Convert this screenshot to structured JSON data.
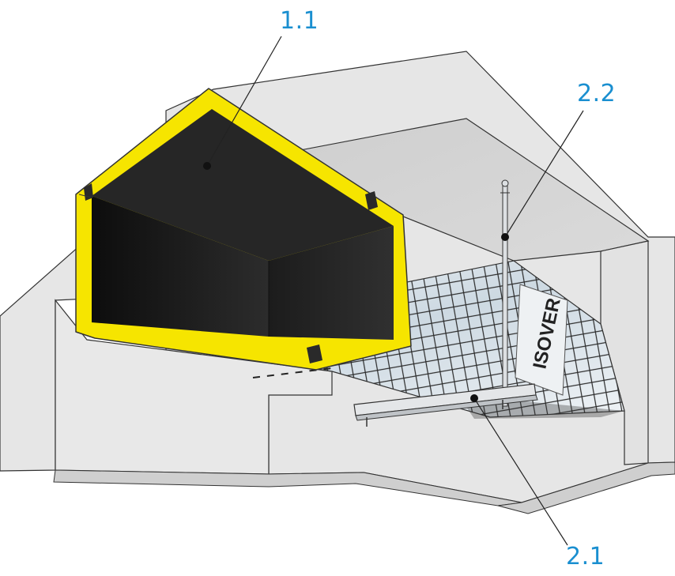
{
  "callouts": {
    "c11": {
      "label": "1.1"
    },
    "c22": {
      "label": "2.2"
    },
    "c21": {
      "label": "2.1"
    }
  },
  "logo": {
    "text": "ISOVER"
  },
  "colors": {
    "callout": "#1a8fd0",
    "insulation": "#f6e500",
    "insulation_edge": "#c9b700",
    "duct_interior": "#242424",
    "concrete": "#e6e6e6",
    "concrete_shadow": "#cfcfcf",
    "ceiling": "#d4d4d4",
    "foil": "#d9e4ec",
    "mesh": "#2a2a2a",
    "steel": "#e4e6e8",
    "outline": "#333333"
  }
}
